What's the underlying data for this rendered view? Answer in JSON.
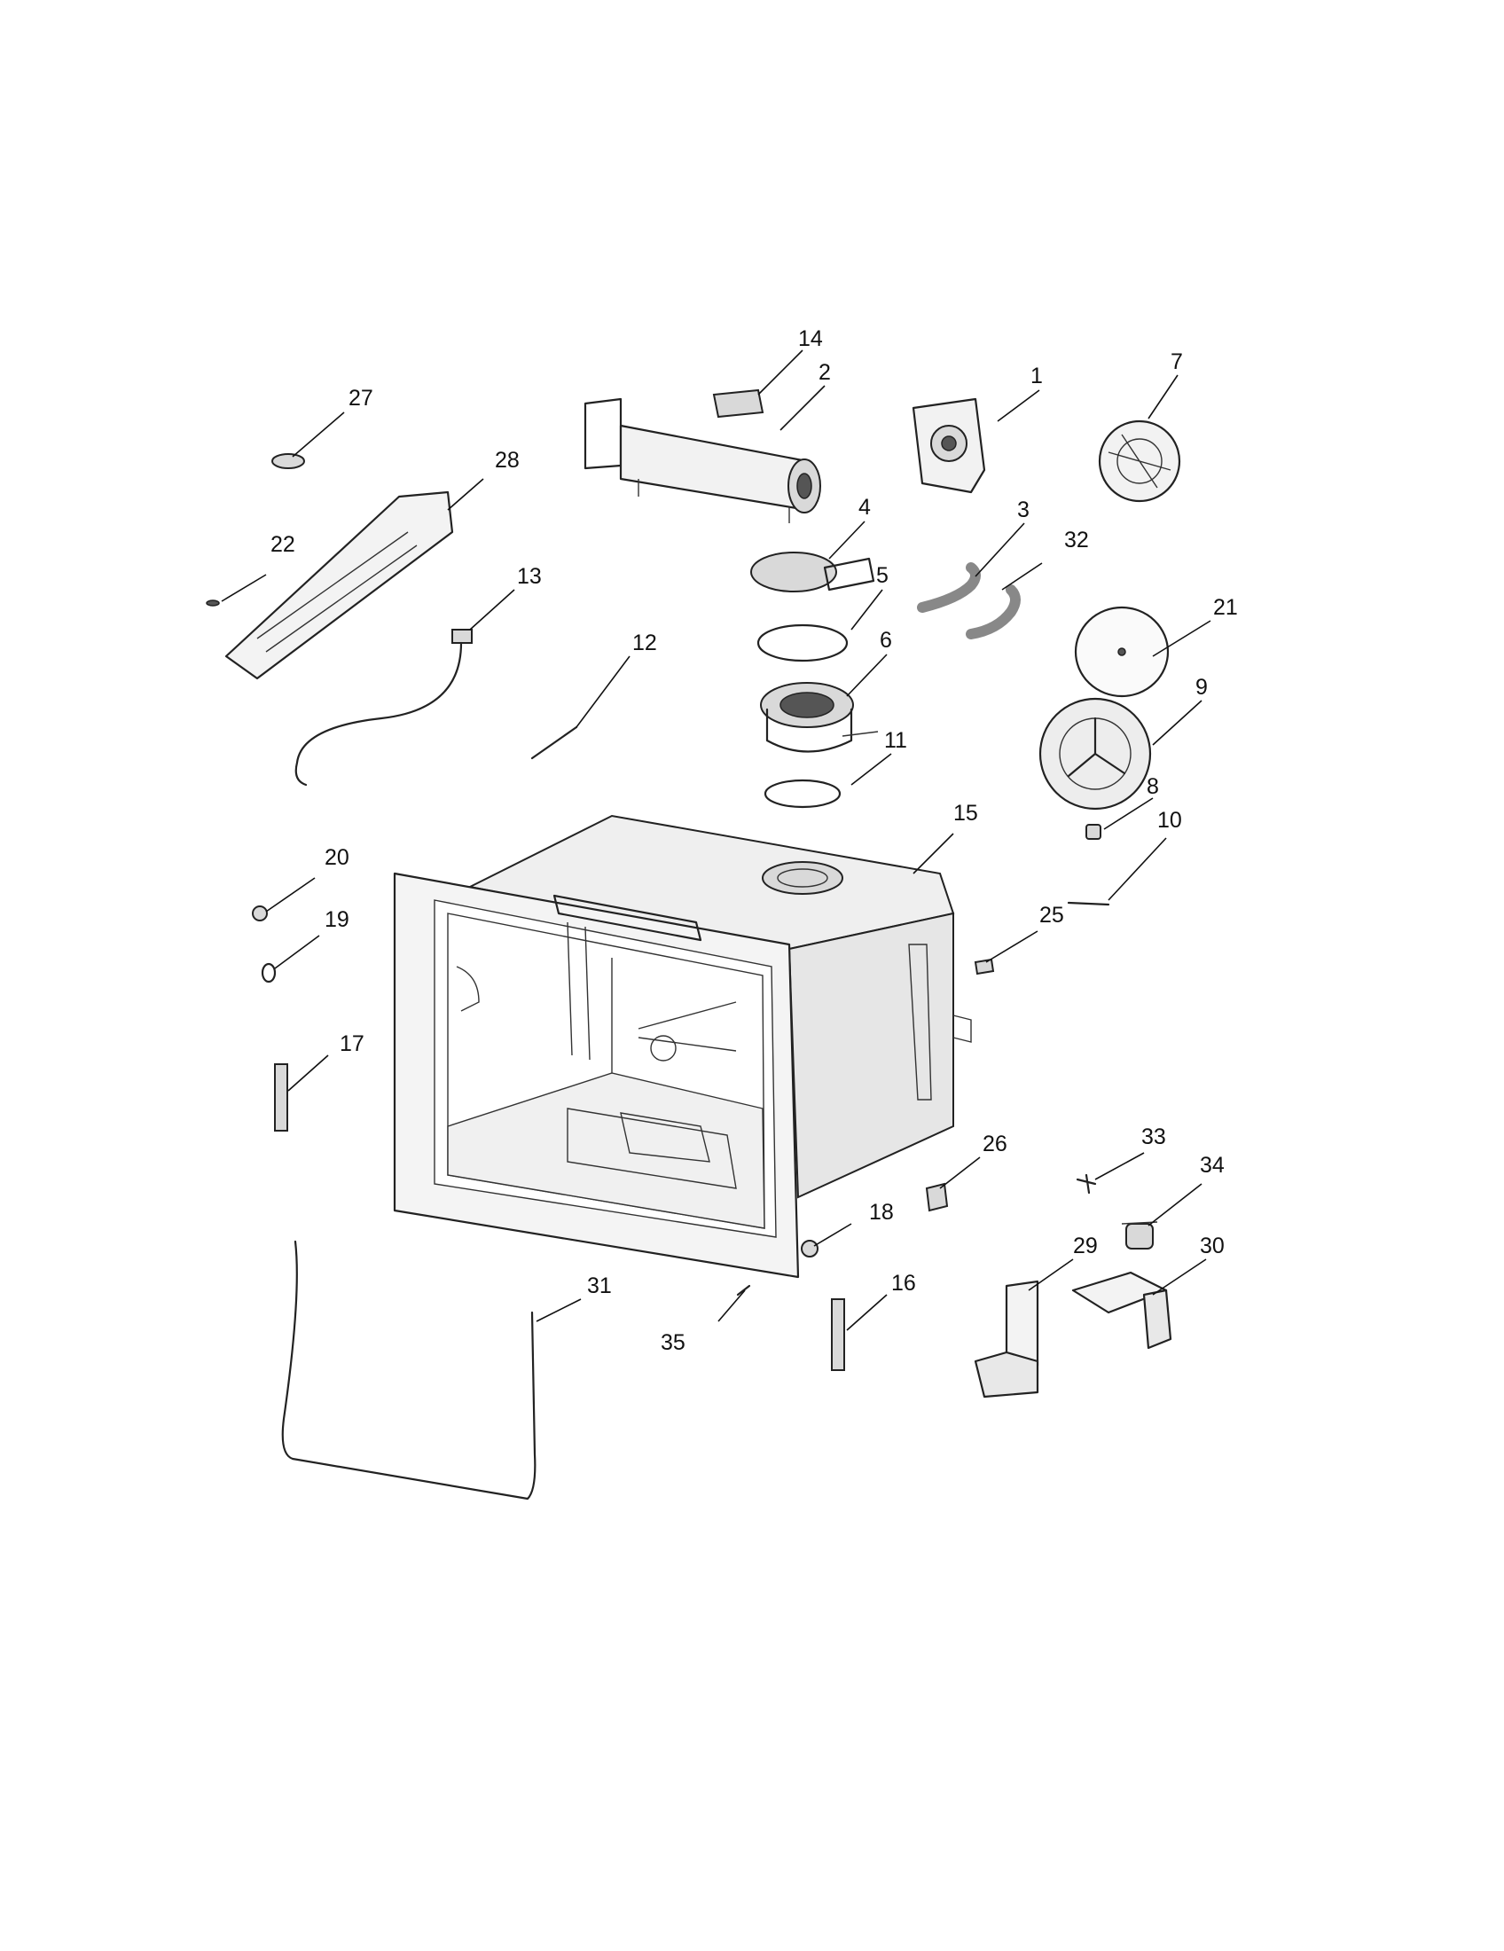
{
  "diagram": {
    "callouts": [
      "1",
      "2",
      "3",
      "4",
      "5",
      "6",
      "7",
      "8",
      "9",
      "10",
      "11",
      "12",
      "13",
      "14",
      "15",
      "16",
      "17",
      "18",
      "19",
      "20",
      "21",
      "22",
      "25",
      "26",
      "27",
      "28",
      "29",
      "30",
      "31",
      "32",
      "33",
      "34",
      "35"
    ]
  }
}
